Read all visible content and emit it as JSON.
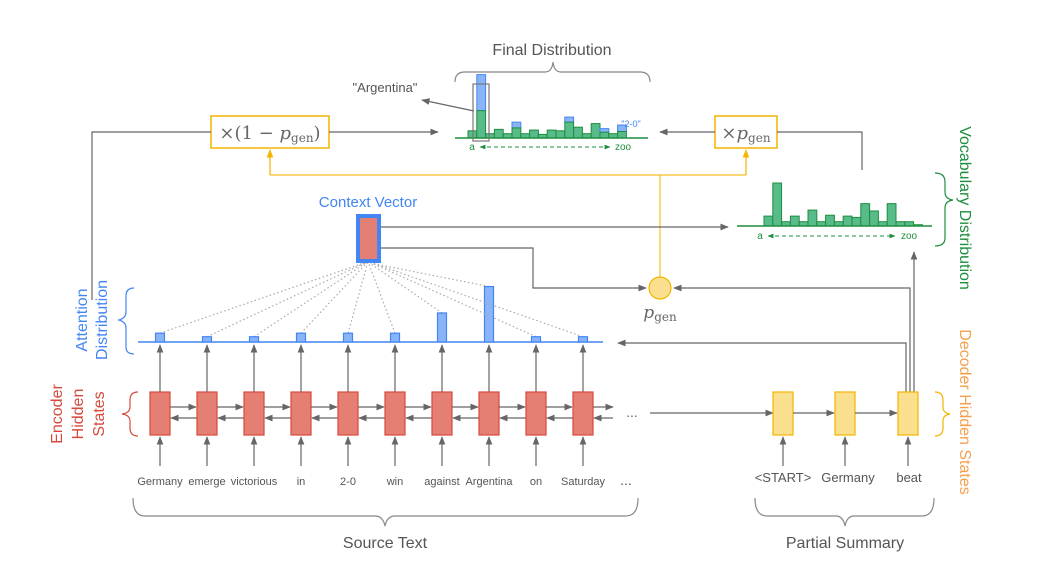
{
  "colors": {
    "encoder": "#e57f74",
    "encoder_stroke": "#d54a3c",
    "attention": "#8ab4f8",
    "attention_stroke": "#4285f4",
    "vocab": "#57bb8a",
    "vocab_stroke": "#1e8e3e",
    "decoder": "#fadf8e",
    "decoder_stroke": "#f4b400",
    "arrow": "#666666",
    "gate_line": "#f4b400"
  },
  "labels": {
    "final_distribution": "Final Distribution",
    "argentina_callout": "\"Argentina\"",
    "two_zero_callout": "\"2-0\"",
    "context_vector": "Context Vector",
    "vocabulary_distribution": "Vocabulary Distribution",
    "attention_distribution_line1": "Attention",
    "attention_distribution_line2": "Distribution",
    "encoder_hidden_states_line1": "Encoder",
    "encoder_hidden_states_line2": "Hidden",
    "encoder_hidden_states_line3": "States",
    "decoder_hidden_states": "Decoder Hidden States",
    "source_text": "Source Text",
    "partial_summary": "Partial Summary",
    "p_gen": "p",
    "p_gen_sub": "gen",
    "one_minus_pgen_prefix": "×(1 − ",
    "one_minus_pgen_suffix": ")",
    "times_pgen_prefix": "×",
    "axis_start": "a",
    "axis_end": "zoo",
    "ellipsis": "..."
  },
  "source_words": [
    "Germany",
    "emerge",
    "victorious",
    "in",
    "2-0",
    "win",
    "against",
    "Argentina",
    "on",
    "Saturday"
  ],
  "summary_words": [
    "<START>",
    "Germany",
    "beat"
  ],
  "attention_weights": [
    0.1,
    0.06,
    0.06,
    0.1,
    0.1,
    0.1,
    0.33,
    0.63,
    0.06,
    0.06
  ],
  "vocab_distribution": [
    0.23,
    1.0,
    0.1,
    0.23,
    0.1,
    0.37,
    0.1,
    0.25,
    0.1,
    0.23,
    0.2,
    0.52,
    0.35,
    0.1,
    0.52,
    0.1,
    0.1,
    0.03
  ],
  "final_distribution": {
    "generated": [
      0.1,
      0.38,
      0.06,
      0.12,
      0.06,
      0.14,
      0.06,
      0.11,
      0.05,
      0.11,
      0.1,
      0.22,
      0.15,
      0.06,
      0.2,
      0.08,
      0.06,
      0.09
    ],
    "copied": [
      0.0,
      0.5,
      0.0,
      0.0,
      0.0,
      0.08,
      0.0,
      0.0,
      0.0,
      0.0,
      0.0,
      0.07,
      0.0,
      0.0,
      0.0,
      0.05,
      0.0,
      0.09
    ]
  }
}
